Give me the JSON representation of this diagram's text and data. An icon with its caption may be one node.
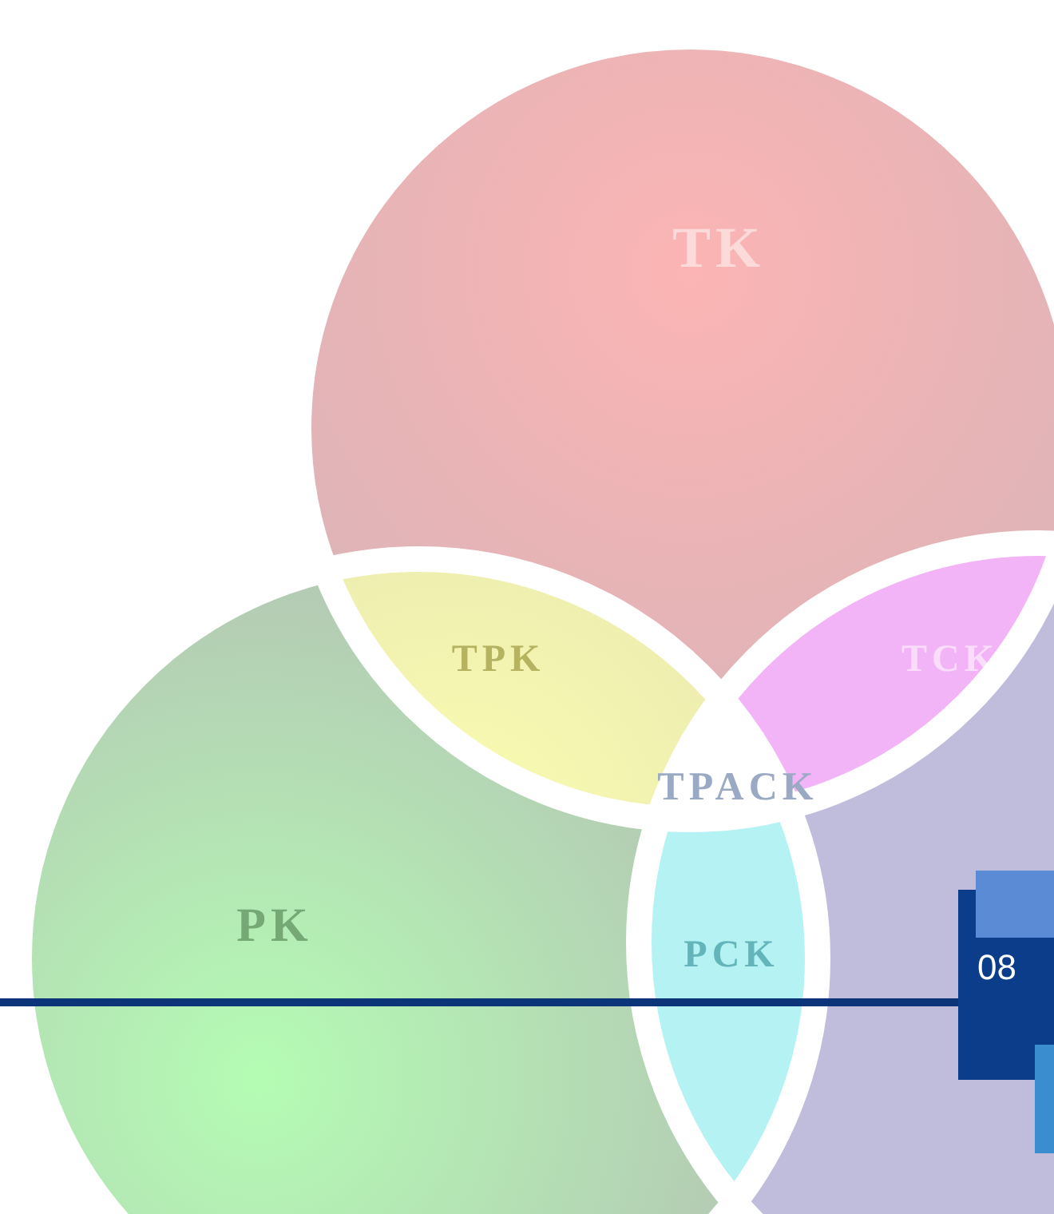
{
  "diagram": {
    "nodes": [
      {
        "text": [
          "TK"
        ]
      },
      {
        "text": [
          "TPK"
        ]
      },
      {
        "text": [
          "TCK"
        ]
      },
      {
        "text": [
          "TPACK"
        ]
      },
      {
        "text": [
          "PK"
        ]
      },
      {
        "text": [
          "PCK"
        ]
      }
    ],
    "labels": [
      "08"
    ]
  }
}
